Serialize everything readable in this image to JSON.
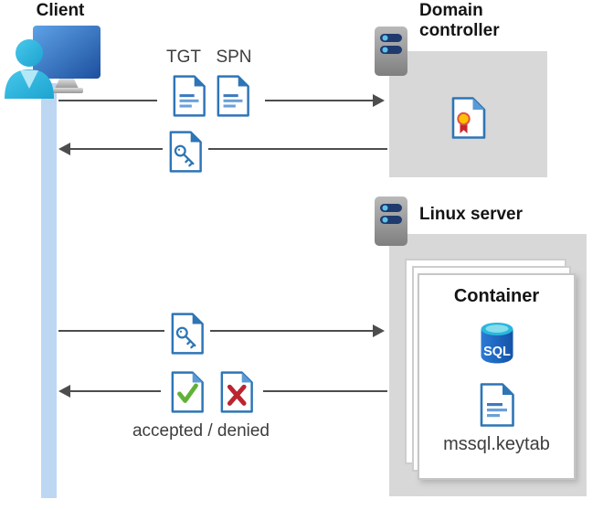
{
  "client": {
    "label": "Client"
  },
  "domain_controller": {
    "label": "Domain controller"
  },
  "linux_server": {
    "label": "Linux server"
  },
  "container": {
    "label": "Container",
    "sql_badge": "SQL",
    "keytab_filename": "mssql.keytab"
  },
  "flows": {
    "tgt_label": "TGT",
    "spn_label": "SPN",
    "result_label": "accepted / denied"
  },
  "icons": {
    "client": "client-user-monitor-icon",
    "server": "server-icon",
    "ticket_documents": "document-icon",
    "key_document": "key-document-icon",
    "accepted_document": "check-document-icon",
    "denied_document": "x-document-icon",
    "certificate_document": "certificate-document-icon",
    "sql_database": "sql-database-icon"
  },
  "colors": {
    "doc_blue": "#2e75b6",
    "doc_blue_light": "#5b9bd5",
    "accepted_green": "#5fb236",
    "denied_red": "#bb2430",
    "arrow_gray": "#4d4d4d",
    "box_gray": "#d8d8d8",
    "lifeline_blue": "#bdd7f3",
    "sql_cyan": "#29b7dd",
    "ribbon_yellow": "#ffc103",
    "ribbon_red": "#c9252b"
  }
}
